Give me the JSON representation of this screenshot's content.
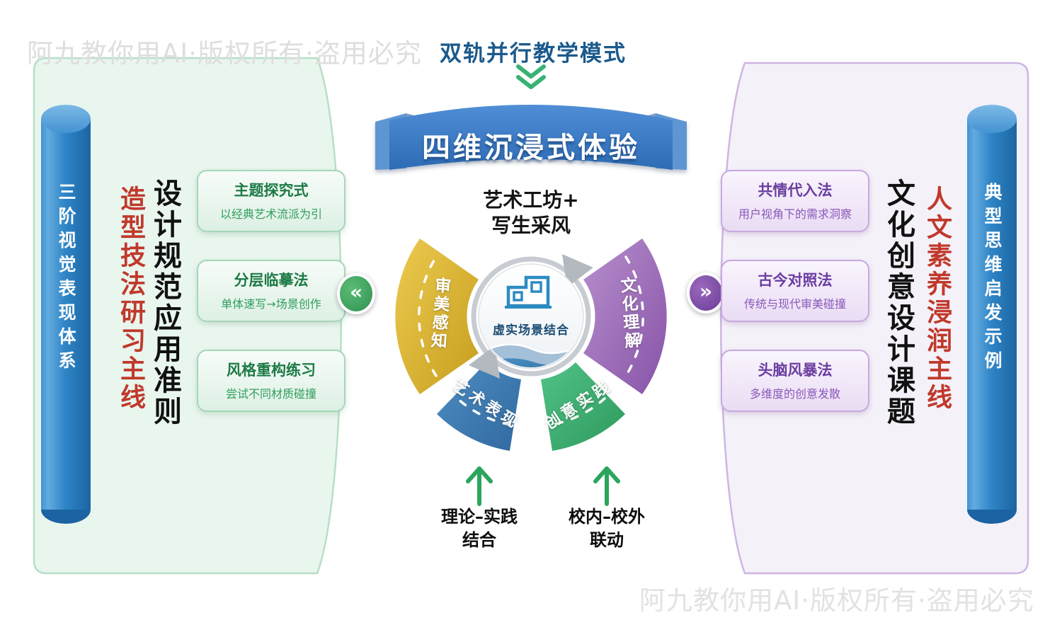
{
  "watermark": {
    "text": "阿九教你用AI·版权所有·盗用必究"
  },
  "header": {
    "title": "双轨并行教学模式"
  },
  "banner": {
    "title": "四维沉浸式体验"
  },
  "center": {
    "workshop_line1": "艺术工坊+",
    "workshop_line2": "写生采风",
    "core_label": "虚实场景结合",
    "core_icon": "layered-scene-blocks-icon",
    "fans": [
      {
        "label": "审美感知",
        "color": "#d8b133"
      },
      {
        "label": "文化理解",
        "color": "#9a6cba"
      },
      {
        "label": "艺术表现",
        "color": "#3f7cb0"
      },
      {
        "label": "创意实践",
        "color": "#3aa86d"
      }
    ],
    "bottom_notes": [
      {
        "line1": "理论–实践",
        "line2": "结合"
      },
      {
        "line1": "校内–校外",
        "line2": "联动"
      }
    ]
  },
  "left_panel": {
    "pillar_label": "三阶视觉表现体系",
    "red_headline": "造型技法研习主线",
    "black_headline": "设计规范应用准则",
    "chevron_glyph": "«",
    "cards": [
      {
        "title": "主题探究式",
        "desc": "以经典艺术流派为引"
      },
      {
        "title": "分层临摹法",
        "desc": "单体速写→场景创作"
      },
      {
        "title": "风格重构练习",
        "desc": "尝试不同材质碰撞"
      }
    ]
  },
  "right_panel": {
    "pillar_label": "典型思维启发示例",
    "black_headline": "文化创意设计课题",
    "red_headline": "人文素养浸润主线",
    "chevron_glyph": "»",
    "cards": [
      {
        "title": "共情代入法",
        "desc": "用户视角下的需求洞察"
      },
      {
        "title": "古今对照法",
        "desc": "传统与现代审美碰撞"
      },
      {
        "title": "头脑风暴法",
        "desc": "多维度的创意发散"
      }
    ]
  },
  "colors": {
    "title_blue": "#1b5a8c",
    "banner_blue": "#2f6fb6",
    "headline_red": "#c0392b",
    "panel_green_bg": "#e9f6ee",
    "panel_purple_bg": "#f5f1f9",
    "cylinder_blue": "#2a80c2",
    "arrow_green": "#2ba55c",
    "fan_gold": "#d8b133",
    "fan_purple": "#9a6cba",
    "fan_blue": "#3f7cb0",
    "fan_green": "#3aa86d"
  }
}
